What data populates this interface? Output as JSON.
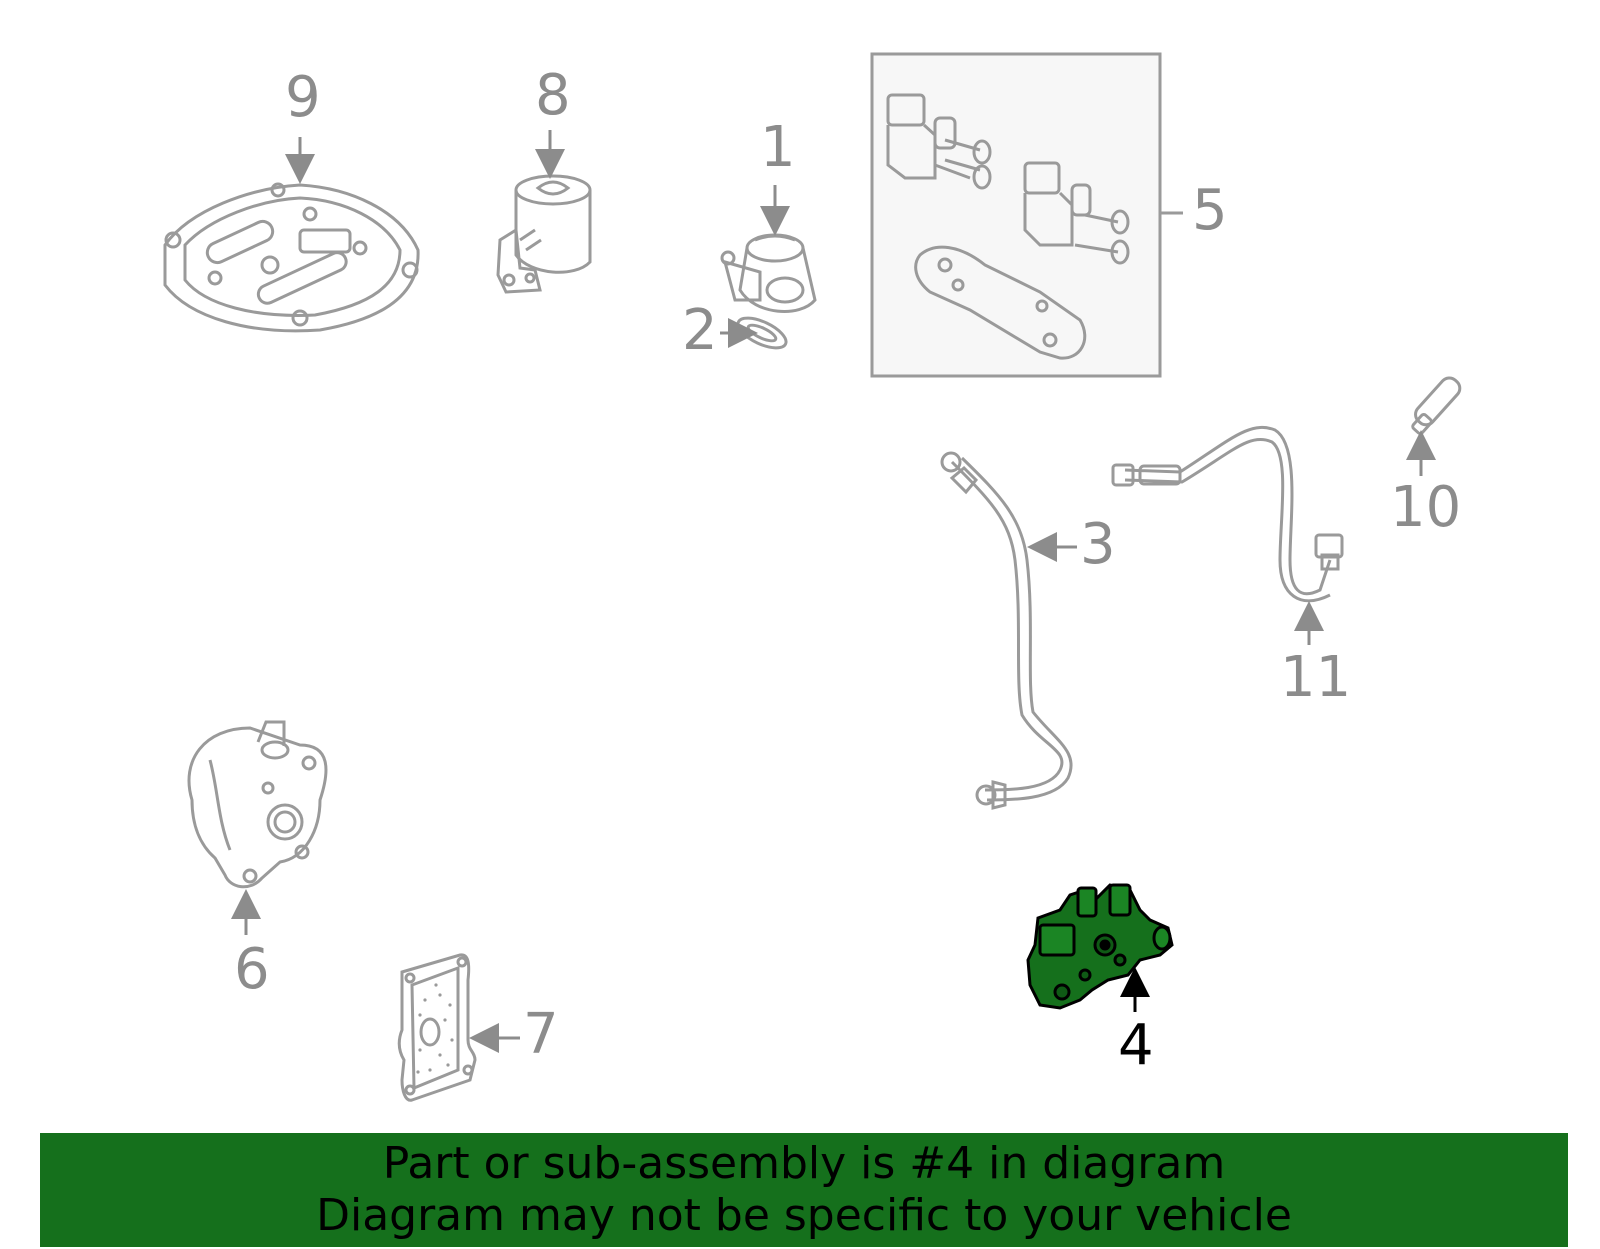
{
  "diagram": {
    "callouts": {
      "c1": "1",
      "c2": "2",
      "c3": "3",
      "c4": "4",
      "c5": "5",
      "c6": "6",
      "c7": "7",
      "c8": "8",
      "c9": "9",
      "c10": "10",
      "c11": "11"
    },
    "highlighted_part": "4",
    "colors": {
      "line": "#8c8c8c",
      "highlight": "#15701c",
      "banner": "#15701c",
      "highlight_label": "#000000"
    }
  },
  "banner": {
    "line1": "Part or sub-assembly is #4 in diagram",
    "line2": "Diagram may not be specific to your vehicle"
  }
}
